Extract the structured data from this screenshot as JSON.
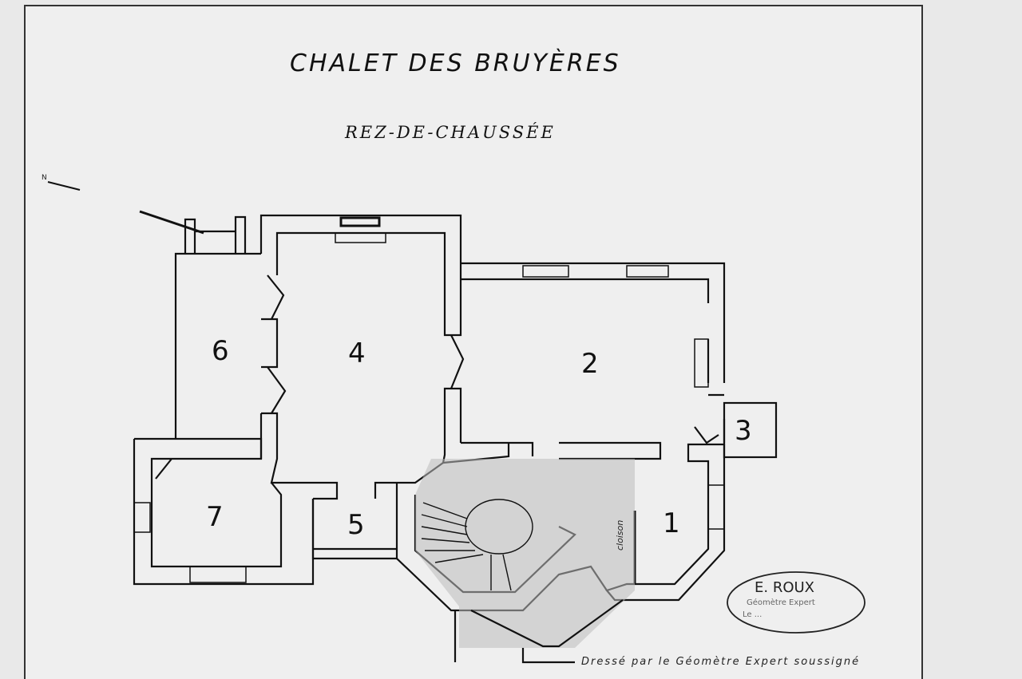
{
  "title": "CHALET DES BRUYÈRES",
  "subtitle": "REZ-DE-CHAUSSÉE",
  "rooms": [
    "1",
    "2",
    "3",
    "4",
    "5",
    "6",
    "7"
  ],
  "partition_label": "cloison",
  "footer_note": "Dressé par le Géomètre Expert soussigné",
  "stamp": {
    "name": "E. ROUX",
    "line2": "Géomètre Expert",
    "line3": "Le ..."
  },
  "north_label": "N"
}
